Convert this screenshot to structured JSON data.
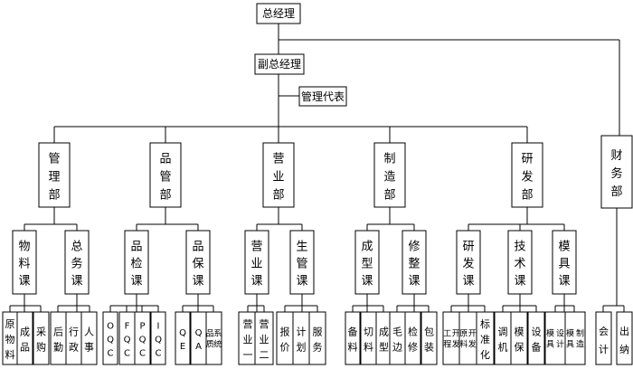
{
  "org": {
    "gm": "总经理",
    "deputy_gm": "副总经理",
    "mgmt_rep": "管理代表",
    "departments": [
      {
        "name": "管理部",
        "sections": [
          {
            "name": "物料课",
            "teams": [
              "原物料",
              "成品",
              "采购"
            ]
          },
          {
            "name": "总务课",
            "teams": [
              "后勤",
              "行政",
              "人事"
            ]
          }
        ]
      },
      {
        "name": "品管部",
        "sections": [
          {
            "name": "品检课",
            "teams": [
              "OQC",
              "FQC",
              "PQC",
              "IQC"
            ]
          },
          {
            "name": "品保课",
            "teams": [
              "QE",
              "QA",
              "品质系统"
            ]
          }
        ]
      },
      {
        "name": "营业部",
        "sections": [
          {
            "name": "营业课",
            "teams": [
              "营业一",
              "营业二"
            ]
          },
          {
            "name": "生管课",
            "teams": [
              "报价",
              "计划",
              "服务"
            ]
          }
        ]
      },
      {
        "name": "制造部",
        "sections": [
          {
            "name": "成型课",
            "teams": [
              "备料",
              "切料",
              "成型"
            ]
          },
          {
            "name": "修整课",
            "teams": [
              "毛边",
              "检修",
              "包装"
            ]
          }
        ]
      },
      {
        "name": "研发部",
        "sections": [
          {
            "name": "研发课",
            "teams": [
              "工程开发",
              "原料开发",
              "标准化"
            ]
          },
          {
            "name": "技术课",
            "teams": [
              "调机",
              "模保",
              "设备"
            ]
          },
          {
            "name": "模具课",
            "teams": [
              "模具设计",
              "模具制造"
            ]
          }
        ]
      },
      {
        "name": "财务部",
        "sections": [],
        "teams": [
          "会计",
          "出纳"
        ]
      }
    ]
  }
}
